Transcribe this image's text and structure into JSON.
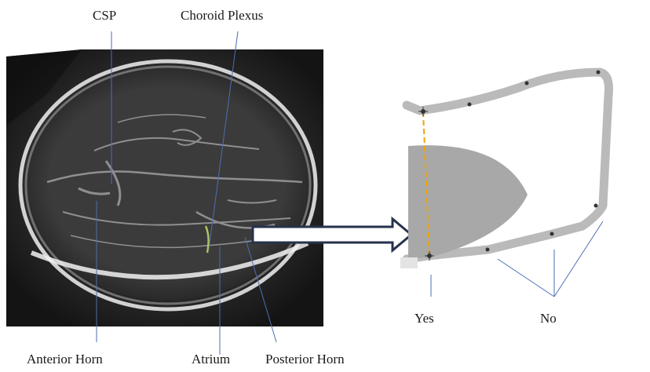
{
  "ultrasound_labels": {
    "top": [
      "CSP",
      "Choroid Plexus"
    ],
    "bottom": [
      "Anterior Horn",
      "Atrium",
      "Posterior Horn"
    ]
  },
  "outcome_labels": {
    "yes": "Yes",
    "no": "No"
  },
  "colors": {
    "pointer_line": "#4a6fb3",
    "ventricle_outline": "#b9b9b9",
    "ventricle_fill": "#a9a9a9",
    "measurement_line": "#f0a500",
    "arrow": "#26314d"
  }
}
